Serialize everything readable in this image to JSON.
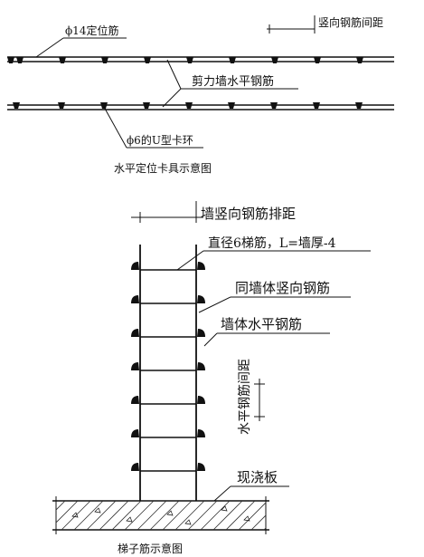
{
  "top_figure": {
    "label_rebar_position": "ϕ14定位筋",
    "label_vertical_spacing": "竖向钢筋间距",
    "label_shear_wall_horizontal": "剪力墙水平钢筋",
    "label_u_clip": "ϕ6的U型卡环",
    "caption": "水平定位卡具示意图"
  },
  "bottom_figure": {
    "label_row_spacing": "墙竖向钢筋排距",
    "label_ladder_bar": "直径6梯筋，L=墙厚-4",
    "label_same_vertical": "同墙体竖向钢筋",
    "label_wall_horizontal": "墙体水平钢筋",
    "label_horizontal_spacing": "水平钢筋间距",
    "label_slab": "现浇板",
    "caption": "梯子筋示意图"
  },
  "colors": {
    "ink": "#111111",
    "background": "#ffffff",
    "hatch": "#333333"
  }
}
